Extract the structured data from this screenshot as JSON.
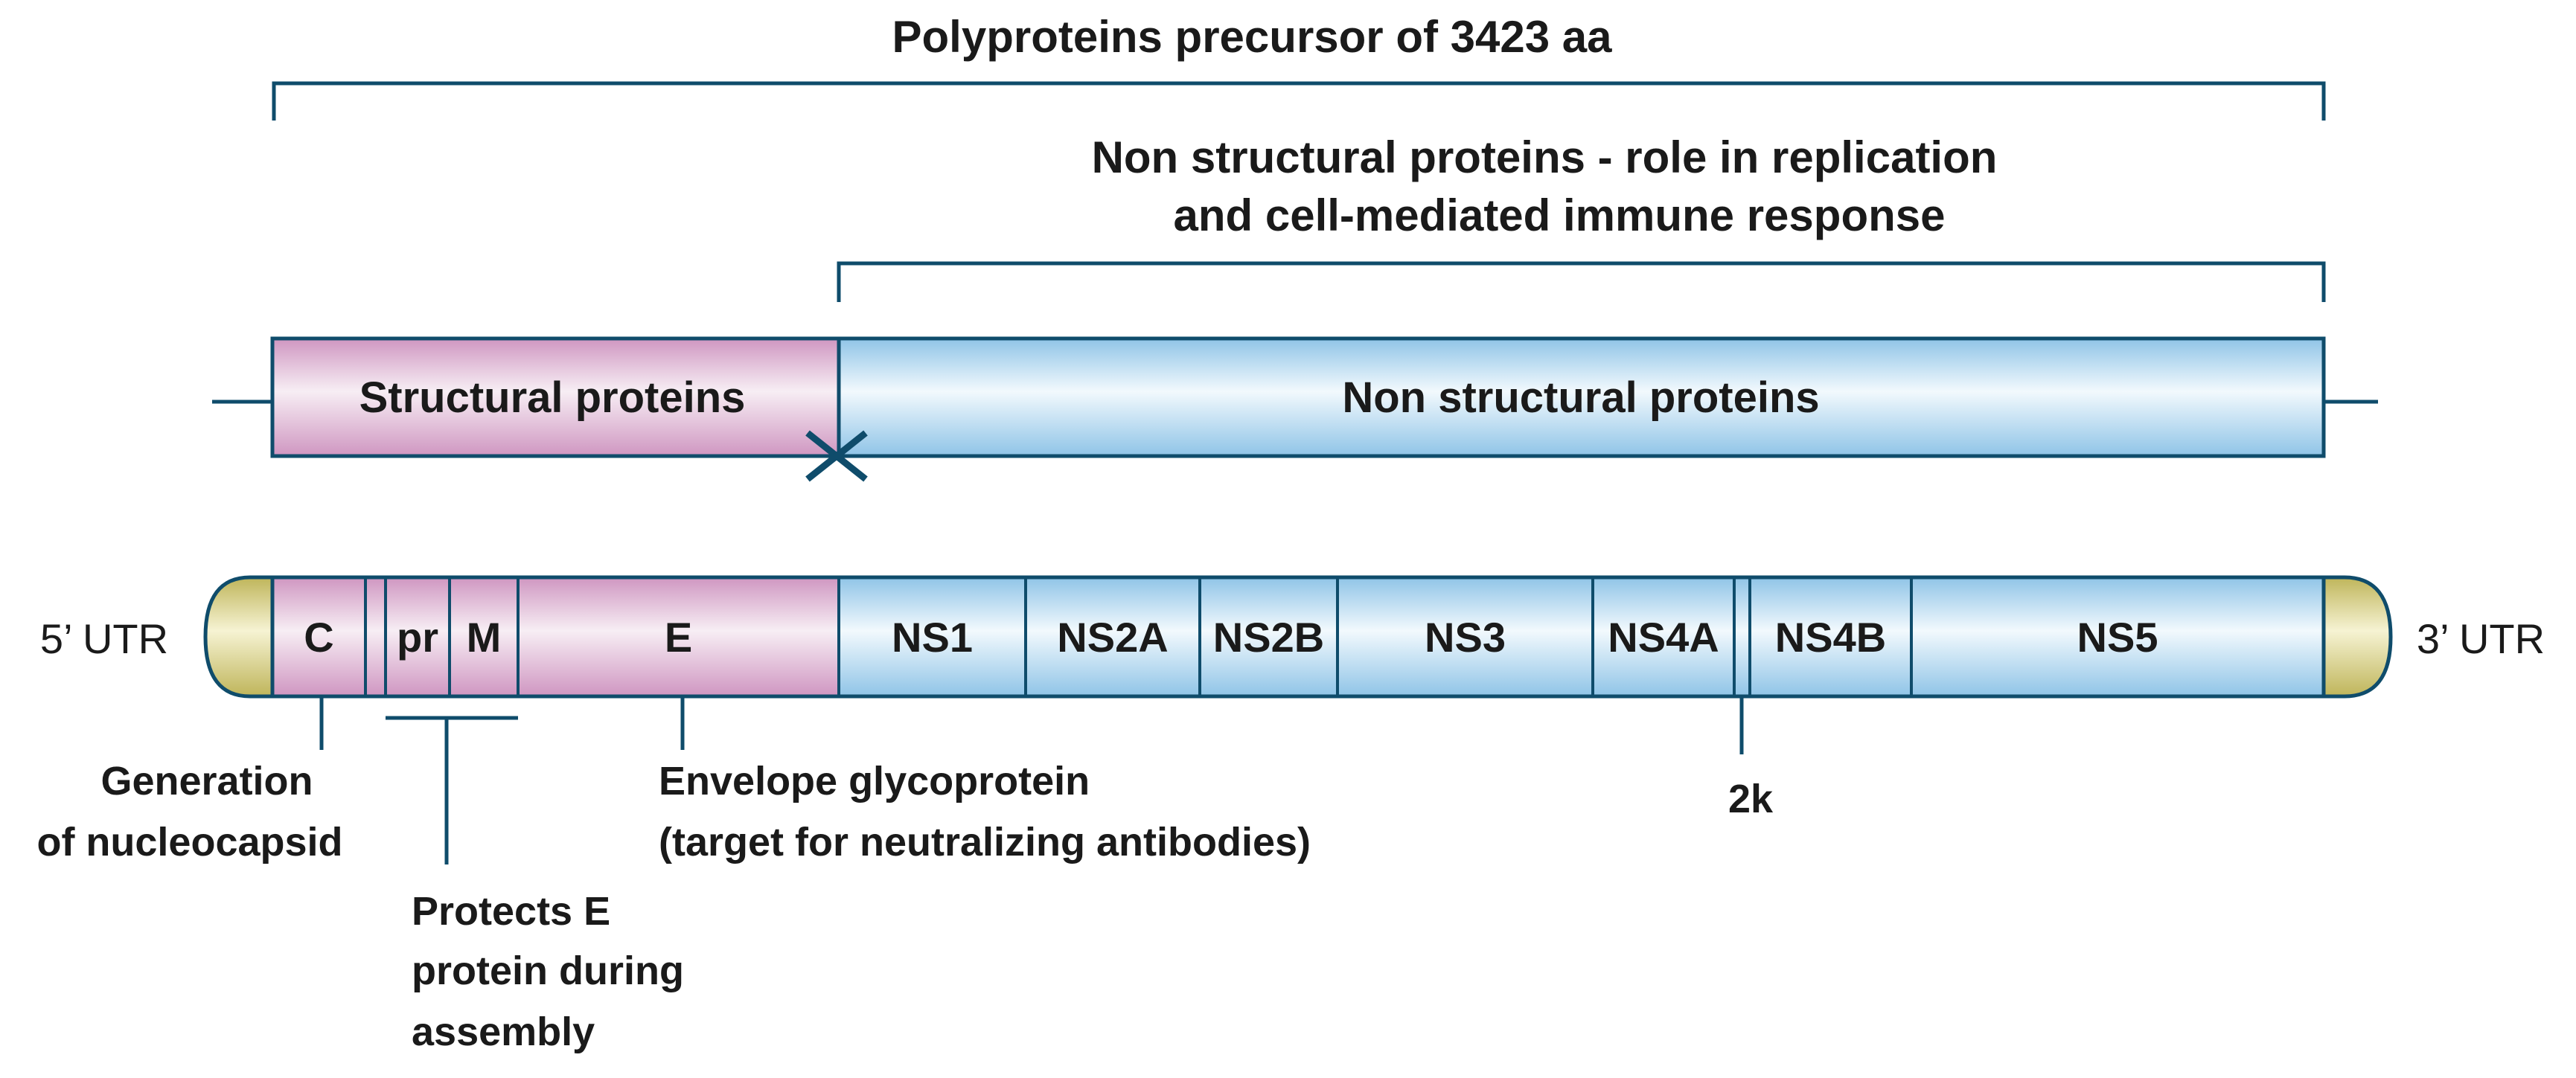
{
  "diagram": {
    "polyprotein_title": "Polyproteins precursor of 3423 aa",
    "nonstructural_header": [
      "Non structural proteins - role in replication",
      "and cell-mediated immune response"
    ],
    "structural_bar_label": "Structural proteins",
    "nonstructural_bar_label": "Non structural proteins",
    "utr_left": "5’ UTR",
    "utr_right": "3’ UTR",
    "segments": [
      {
        "label": "C",
        "group": "structural"
      },
      {
        "label": "",
        "group": "structural"
      },
      {
        "label": "pr",
        "group": "structural"
      },
      {
        "label": "M",
        "group": "structural"
      },
      {
        "label": "E",
        "group": "structural"
      },
      {
        "label": "NS1",
        "group": "nonstructural"
      },
      {
        "label": "NS2A",
        "group": "nonstructural"
      },
      {
        "label": "NS2B",
        "group": "nonstructural"
      },
      {
        "label": "NS3",
        "group": "nonstructural"
      },
      {
        "label": "NS4A",
        "group": "nonstructural"
      },
      {
        "label": "",
        "group": "nonstructural"
      },
      {
        "label": "NS4B",
        "group": "nonstructural"
      },
      {
        "label": "NS5",
        "group": "nonstructural"
      }
    ],
    "notes": {
      "c": [
        "Generation",
        "of nucleocapsid"
      ],
      "prm": [
        "Protects E",
        "protein during",
        "assembly"
      ],
      "e": [
        "Envelope glycoprotein",
        "(target for neutralizing antibodies)"
      ],
      "k2": [
        "2k"
      ]
    },
    "colors": {
      "structural": "#e7bfdc",
      "nonstructural": "#bfe0f4",
      "utr": "#d8d38e",
      "outline": "#0f4c6b"
    }
  }
}
